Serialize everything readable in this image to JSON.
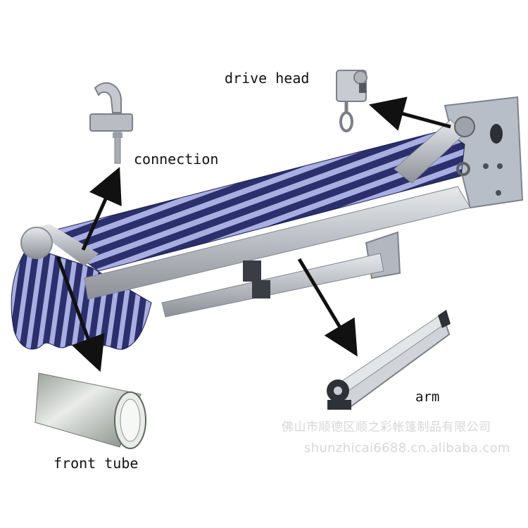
{
  "labels": {
    "drive_head": "drive head",
    "connection": "connection",
    "arm": "arm",
    "front_tube": "front tube"
  },
  "watermark": {
    "company": "佛山市顺德区顺之彩帐篷制品有限公司",
    "url": "shunzhicai6688.cn.alibaba.com"
  },
  "colors": {
    "stripe_navy": "#2b2f6b",
    "stripe_lavender": "#a9aee2",
    "metal": "#c9ccd1",
    "arrow": "#111111"
  }
}
